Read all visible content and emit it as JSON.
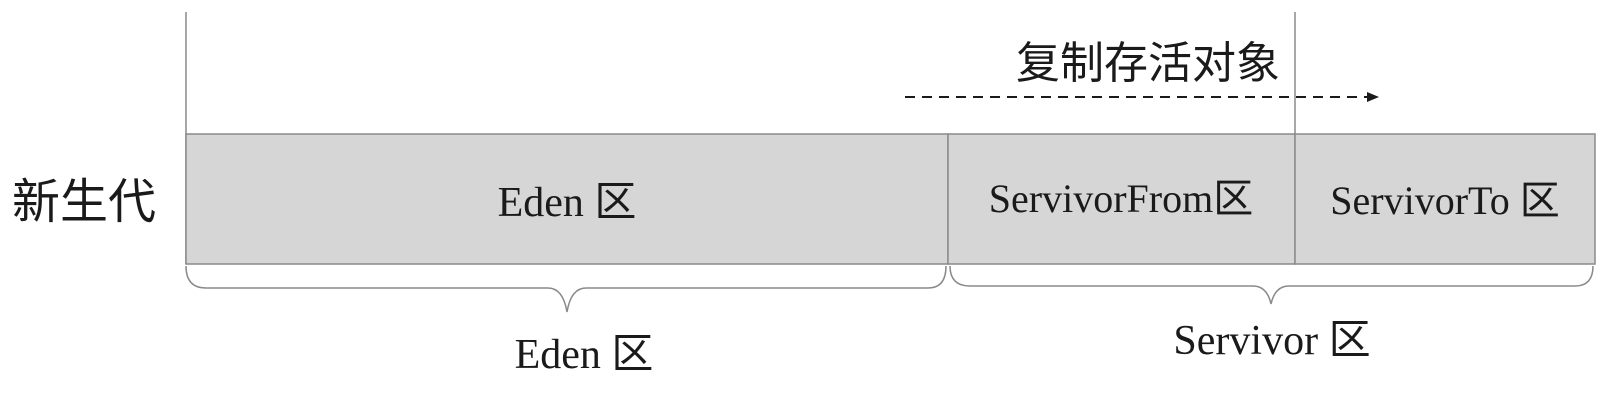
{
  "diagram": {
    "generation_label": "新生代",
    "copy_label": "复制存活对象",
    "regions": {
      "eden": "Eden 区",
      "servivor_from": "ServivorFrom区",
      "servivor_to": "ServivorTo 区"
    },
    "braces": {
      "eden": "Eden 区",
      "servivor": "Servivor 区"
    },
    "colors": {
      "region_fill": "#d6d6d6",
      "stroke": "#8a8a8a",
      "text": "#1a1a1a",
      "arrow": "#1a1a1a"
    }
  }
}
